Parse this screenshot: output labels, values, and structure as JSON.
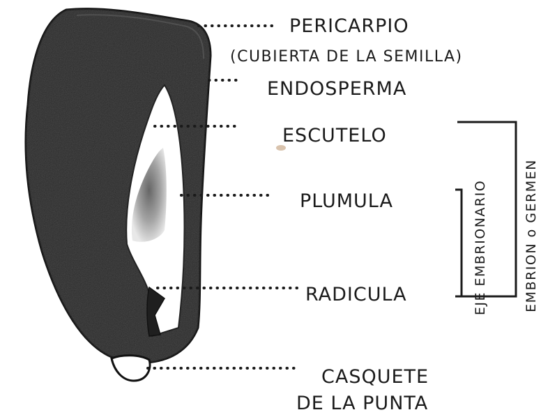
{
  "labels": {
    "pericarpio": "PERICARPIO",
    "pericarpio_sub": "(CUBIERTA DE LA SEMILLA)",
    "endosperma": "ENDOSPERMA",
    "escutelo": "ESCUTELO",
    "plumula": "PLUMULA",
    "radicula": "RADICULA",
    "casquete_1": "CASQUETE",
    "casquete_2": "DE LA PUNTA"
  },
  "brackets": {
    "eje_embrionario": "EJE EMBRIONARIO",
    "embrion_germen": "EMBRION o GERMEN"
  },
  "colors": {
    "seed_fill": "#2a2a2a",
    "seed_outline": "#111111",
    "scutellum_fill": "#ffffff",
    "plumule_shade": "#8a8a8a",
    "ink": "#1a1a1a"
  }
}
